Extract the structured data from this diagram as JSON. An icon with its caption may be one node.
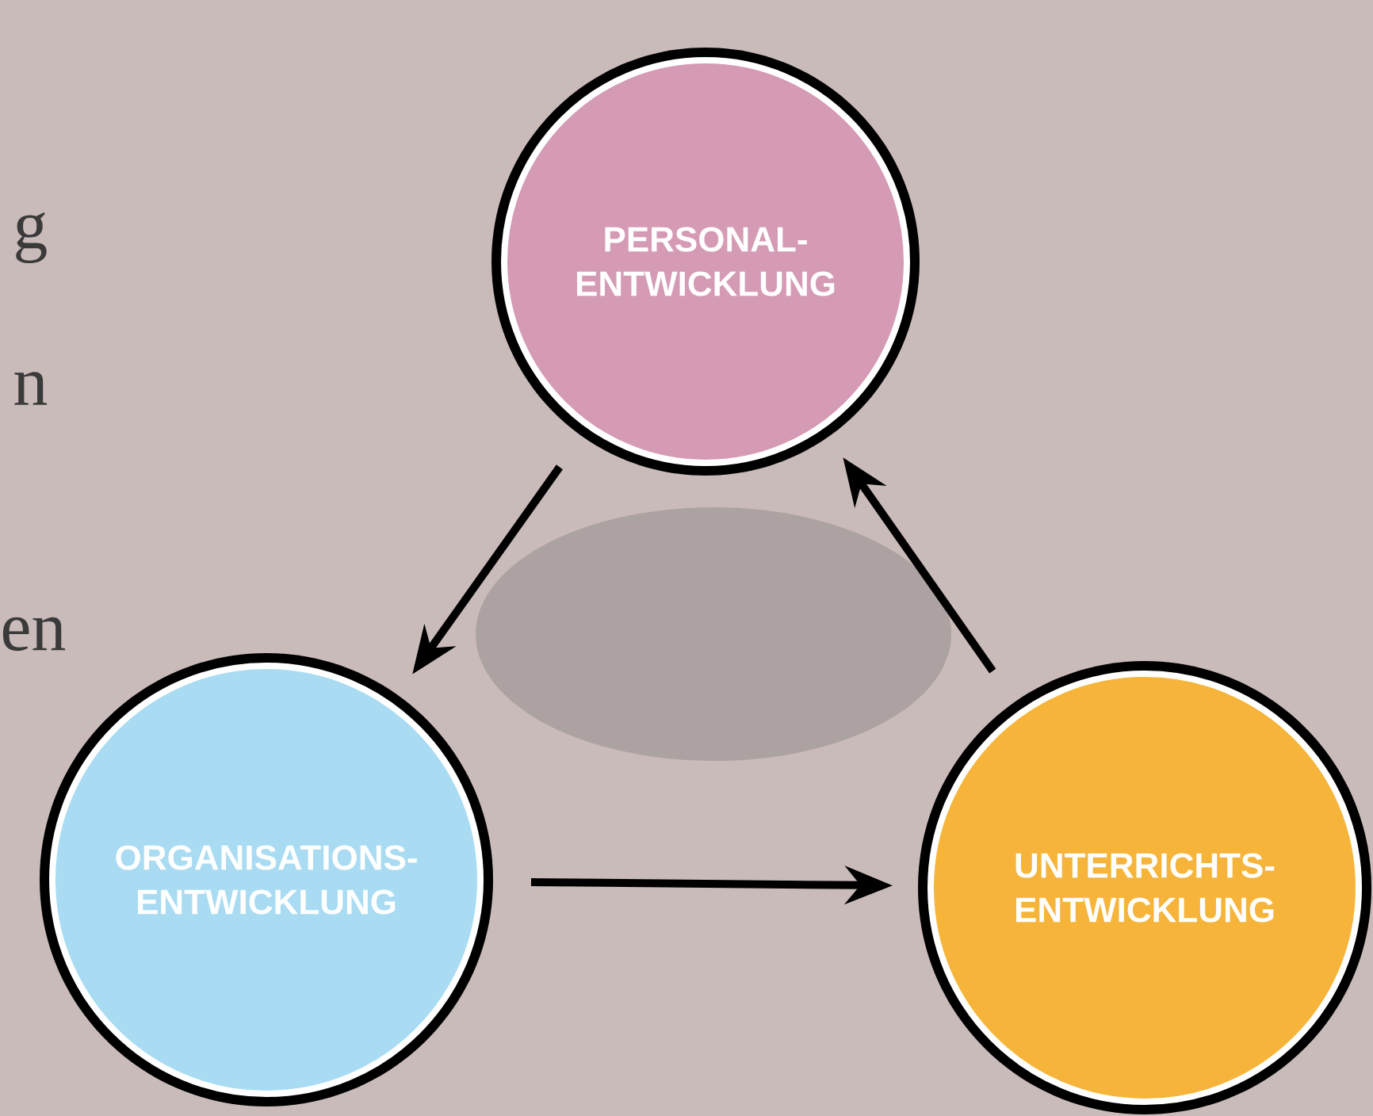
{
  "diagram": {
    "nodes": [
      {
        "text": [
          "PERSONAL- ENTWICKLUNG"
        ]
      },
      {
        "text": [
          "ORGANISATIONS- ENTWICKLUNG"
        ]
      },
      {
        "text": [
          "UNTERRICHTS- ENTWICKLUNG"
        ]
      }
    ],
    "edges": [
      {
        "from": 0,
        "to": 1,
        "arrow": "to"
      },
      {
        "from": 1,
        "to": 2,
        "arrow": "to"
      },
      {
        "from": 2,
        "to": 0,
        "arrow": "to"
      }
    ],
    "labels": [
      "g",
      "n",
      "en"
    ]
  }
}
